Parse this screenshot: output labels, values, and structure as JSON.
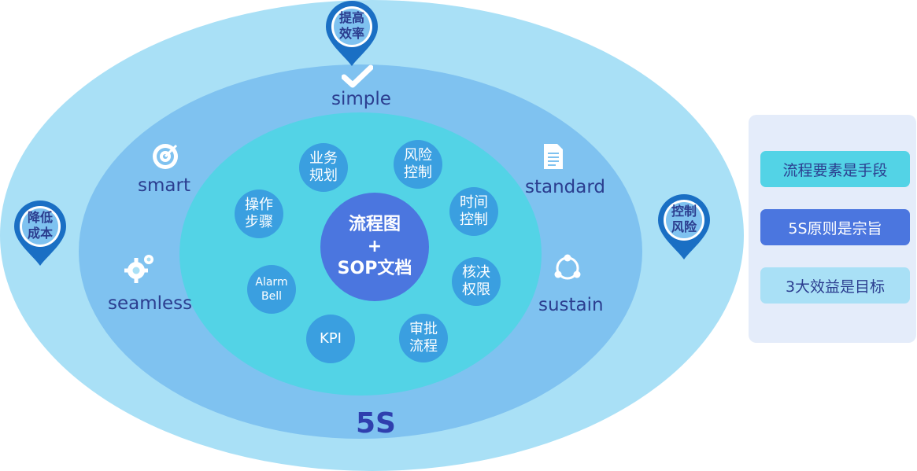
{
  "diagram": {
    "core": {
      "line1": "流程图",
      "line2": "+",
      "line3": "SOP文档"
    },
    "bubbles": [
      {
        "l1": "业务",
        "l2": "规划"
      },
      {
        "l1": "风险",
        "l2": "控制"
      },
      {
        "l1": "时间",
        "l2": "控制"
      },
      {
        "l1": "核决",
        "l2": "权限"
      },
      {
        "l1": "审批",
        "l2": "流程"
      },
      {
        "l1": "KPI",
        "l2": ""
      },
      {
        "l1": "Alarm",
        "l2": "Bell"
      },
      {
        "l1": "操作",
        "l2": "步骤"
      }
    ],
    "principles": {
      "simple": "simple",
      "smart": "smart",
      "standard": "standard",
      "seamless": "seamless",
      "sustain": "sustain"
    },
    "ring_label": "5S",
    "pins": {
      "top": {
        "l1": "提高",
        "l2": "效率"
      },
      "left": {
        "l1": "降低",
        "l2": "成本"
      },
      "right": {
        "l1": "控制",
        "l2": "风险"
      }
    },
    "icons": [
      "check-icon",
      "target-icon",
      "document-icon",
      "gears-icon",
      "cycle-icon",
      "location-pin-icon"
    ],
    "colors": {
      "outer_ring": "#a9e0f6",
      "middle_ring": "#7fc2f0",
      "inner_ring": "#53d3e6",
      "core": "#4b76df",
      "bubble": "#3a9fe0",
      "pin": "#1a6fc4",
      "text": "#2b3d8f"
    }
  },
  "legend": {
    "items": [
      "流程要素是手段",
      "5S原则是宗旨",
      "3大效益是目标"
    ]
  }
}
